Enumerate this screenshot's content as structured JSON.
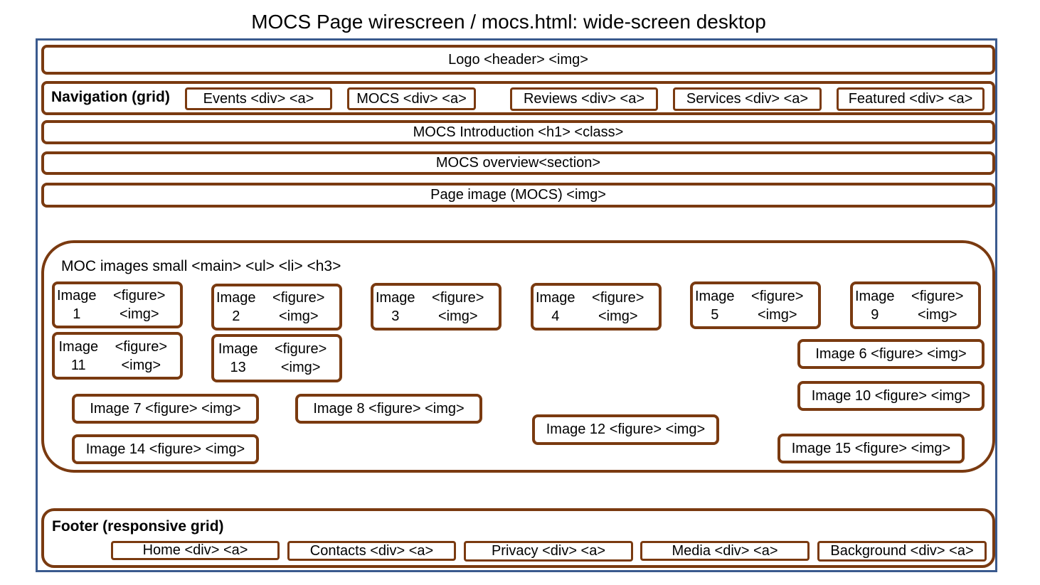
{
  "title": "MOCS Page wirescreen / mocs.html: wide-screen desktop",
  "colors": {
    "box_border": "#7a3a10",
    "frame_border": "#3a5a8e"
  },
  "header": "Logo <header> <img>",
  "navigation": {
    "label": "Navigation (grid)",
    "items": [
      "Events <div> <a>",
      "MOCS <div> <a>",
      "Reviews <div> <a>",
      "Services <div> <a>",
      "Featured <div> <a>"
    ]
  },
  "intro": "MOCS Introduction <h1> <class>",
  "overview": "MOCS overview<section>",
  "page_image": "Page image (MOCS) <img>",
  "main": {
    "label": "MOC images small <main> <ul> <li> <h3>",
    "figures": [
      {
        "line1": "Image 1",
        "line2": "<figure> <img>"
      },
      {
        "line1": "Image 2",
        "line2": "<figure> <img>"
      },
      {
        "line1": "Image 3",
        "line2": "<figure> <img>"
      },
      {
        "line1": "Image 4",
        "line2": "<figure> <img>"
      },
      {
        "line1": "Image 5",
        "line2": "<figure> <img>"
      },
      {
        "line1": "Image 9",
        "line2": "<figure> <img>"
      },
      {
        "line1": "Image 11",
        "line2": "<figure> <img>"
      },
      {
        "line1": "Image 13",
        "line2": "<figure> <img>"
      }
    ],
    "wide_figures": [
      "Image 6 <figure> <img>",
      "Image 10 <figure> <img>",
      "Image 7 <figure> <img>",
      "Image 8 <figure> <img>",
      "Image 12 <figure> <img>",
      "Image 14 <figure> <img>",
      "Image 15 <figure> <img>"
    ]
  },
  "footer": {
    "label": "Footer (responsive grid)",
    "items": [
      "Home <div> <a>",
      "Contacts <div> <a>",
      "Privacy <div> <a>",
      "Media <div> <a>",
      "Background <div> <a>"
    ]
  }
}
